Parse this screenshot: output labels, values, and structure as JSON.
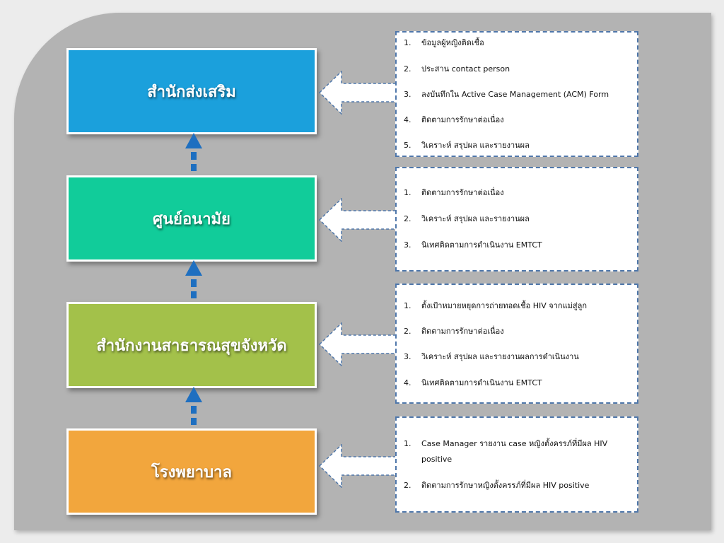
{
  "boxes": [
    {
      "label": "สำนักส่งเสริม",
      "color": "#1ba0dc"
    },
    {
      "label": "ศูนย์อนามัย",
      "color": "#11cc9a"
    },
    {
      "label": "สำนักงานสาธารณสุขจังหวัด",
      "color": "#a3c14a"
    },
    {
      "label": "โรงพยาบาล",
      "color": "#f2a63d"
    }
  ],
  "panels": [
    {
      "items": [
        {
          "num": "1.",
          "text": "ข้อมูลผู้หญิงติดเชื้อ"
        },
        {
          "num": "2.",
          "text": "ประสาน contact person"
        },
        {
          "num": "3.",
          "text": "ลงบันทึกใน Active Case Management (ACM) Form"
        },
        {
          "num": "4.",
          "text": "ติดตามการรักษาต่อเนื่อง"
        },
        {
          "num": "5.",
          "text": "วิเคราะห์ สรุปผล และรายงานผล"
        }
      ]
    },
    {
      "items": [
        {
          "num": "1.",
          "text": "ติดตามการรักษาต่อเนื่อง"
        },
        {
          "num": "2.",
          "text": "วิเคราะห์ สรุปผล และรายงานผล"
        },
        {
          "num": "3.",
          "text": "นิเทศติดตามการดำเนินงาน EMTCT"
        }
      ]
    },
    {
      "items": [
        {
          "num": "1.",
          "text": "ตั้งเป้าหมายหยุดการถ่ายทอดเชื้อ HIV จากแม่สู่ลูก"
        },
        {
          "num": "2.",
          "text": "ติดตามการรักษาต่อเนื่อง"
        },
        {
          "num": "3.",
          "text": "วิเคราะห์ สรุปผล และรายงานผลการดำเนินงาน"
        },
        {
          "num": "4.",
          "text": "นิเทศติดตามการดำเนินงาน EMTCT"
        }
      ]
    },
    {
      "items": [
        {
          "num": "1.",
          "text": "Case Manager รายงาน case หญิงตั้งครรภ์ที่มีผล HIV positive"
        },
        {
          "num": "2.",
          "text": "ติดตามการรักษาหญิงตั้งครรภ์ที่มีผล HIV positive"
        }
      ]
    }
  ],
  "colors": {
    "connector_arrow": "#1e6fc0",
    "panel_border": "#4f77aa",
    "slide_background": "#b3b3b3"
  }
}
